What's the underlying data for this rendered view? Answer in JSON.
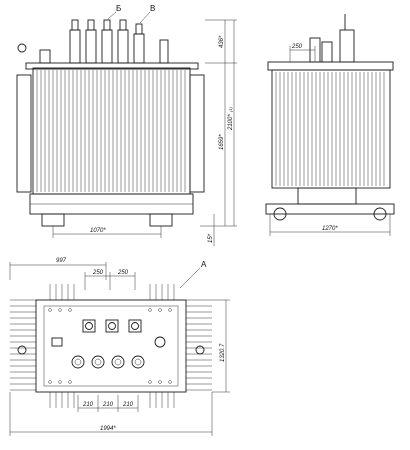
{
  "front_view": {
    "callout_b": "Б",
    "callout_v": "В",
    "dim_height_top": "436*",
    "dim_height_body": "1659*",
    "dim_height_total": "2100*",
    "dim_height_total_sup": "(1)",
    "dim_base": "15*",
    "dim_wheel_track": "1070*"
  },
  "side_view": {
    "dim_offset": "250",
    "dim_wheel_track": "1270*"
  },
  "plan_view": {
    "dim_997": "997",
    "dim_250_a": "250",
    "dim_250_b": "250",
    "callout_a": "A",
    "dim_depth": "1320.7",
    "dim_210_a": "210",
    "dim_210_b": "210",
    "dim_210_c": "210",
    "dim_width": "1994*"
  }
}
